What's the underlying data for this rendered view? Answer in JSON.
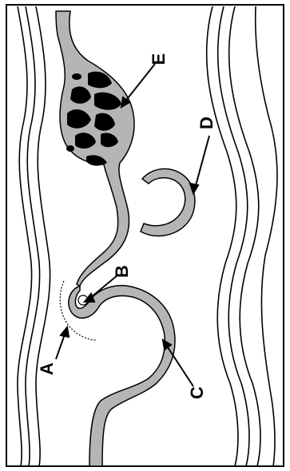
{
  "labels": {
    "a": "A",
    "b": "B",
    "c": "C",
    "d": "D",
    "e": "E"
  },
  "colors": {
    "structure_fill": "#b5b5b5",
    "outline": "#000000",
    "dark_masses": "#000000",
    "background": "#ffffff"
  }
}
